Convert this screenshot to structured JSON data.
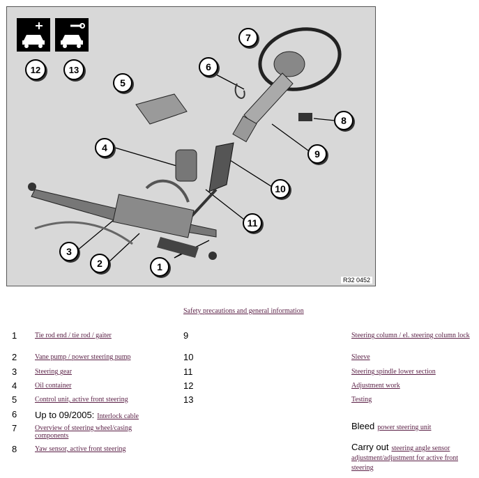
{
  "figure": {
    "code": "R32 0452",
    "badges": [
      {
        "number": "12",
        "icon": "car-adjust-icon"
      },
      {
        "number": "13",
        "icon": "car-wrench-icon"
      }
    ],
    "callouts": [
      "1",
      "2",
      "3",
      "4",
      "5",
      "6",
      "7",
      "8",
      "9",
      "10",
      "11"
    ]
  },
  "safety_link": "Safety precautions and general information",
  "items": [
    {
      "number": "1",
      "link": "Tie rod end / tie rod / gaiter"
    },
    {
      "number": "2",
      "link": "Vane pump / power steering pump"
    },
    {
      "number": "3",
      "link": "Steering gear"
    },
    {
      "number": "4",
      "link": "Oil container"
    },
    {
      "number": "5",
      "link": "Control unit, active front steering"
    },
    {
      "number": "6",
      "prefix": "Up to 09/2005:",
      "link": "Interlock cable"
    },
    {
      "number": "7",
      "link": "Overview of steering wheel/casing components"
    },
    {
      "number": "8",
      "link": "Yaw sensor, active front steering"
    },
    {
      "number": "9",
      "link": "Steering column / el. steering column lock"
    },
    {
      "number": "10",
      "link": "Sleeve"
    },
    {
      "number": "11",
      "link": "Steering spindle lower section"
    },
    {
      "number": "12",
      "link": "Adjustment work"
    },
    {
      "number": "13",
      "link": "Testing"
    }
  ],
  "extra": {
    "bleed_prefix": "Bleed",
    "bleed_link": "power steering unit",
    "carry_prefix": "Carry out",
    "carry_link": "steering angle sensor adjustment/adjustment for active front steering"
  },
  "colors": {
    "link": "#5a1f45",
    "figure_bg": "#d8d8d8"
  }
}
